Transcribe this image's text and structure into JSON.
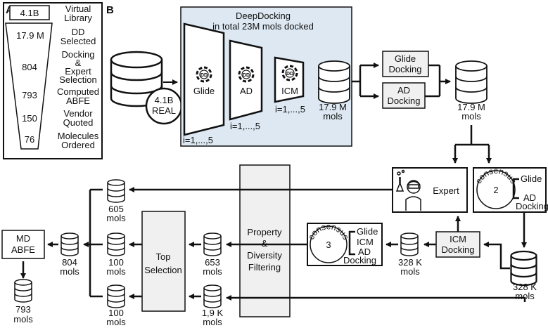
{
  "panelA": {
    "letter": "A",
    "rows": [
      {
        "value": "4.1B",
        "label": [
          "Virtual",
          "Library"
        ]
      },
      {
        "value": "17.9 M",
        "label": [
          "DD",
          "Selected"
        ]
      },
      {
        "value": "804",
        "label": [
          "Docking",
          "&",
          "Expert",
          "Selection"
        ]
      },
      {
        "value": "793",
        "label": [
          "Computed",
          "ABFE"
        ]
      },
      {
        "value": "150",
        "label": [
          "Vendor",
          "Quoted"
        ]
      },
      {
        "value": "76",
        "label": [
          "Molecules",
          "Ordered"
        ]
      }
    ]
  },
  "panelB": {
    "letter": "B",
    "db_real": {
      "line1": "4.1B",
      "line2": "REAL"
    },
    "deepdocking": {
      "title": "DeepDocking",
      "subtitle": "in total 23M mols docked",
      "dd_badge": "DD",
      "stages": [
        {
          "label": "Glide",
          "iter": "i=1,...,5"
        },
        {
          "label": "AD",
          "iter": "i=1,...,5"
        },
        {
          "label": "ICM",
          "iter": "i=1,...,5"
        }
      ],
      "output": {
        "line1": "17.9 M",
        "line2": "mols"
      }
    },
    "glide_docking": {
      "line1": "Glide",
      "line2": "Docking"
    },
    "ad_docking": {
      "line1": "AD",
      "line2": "Docking"
    },
    "merged": {
      "line1": "17.9 M",
      "line2": "mols"
    },
    "expert": {
      "label": "Expert"
    },
    "consensus2": {
      "word": "consensus",
      "number": "2",
      "items": [
        "Glide",
        "AD",
        "Docking"
      ]
    },
    "db328_right": {
      "line1": "328 K",
      "line2": "mols"
    },
    "icm_docking": {
      "line1": "ICM",
      "line2": "Docking"
    },
    "db328_mid": {
      "line1": "328 K",
      "line2": "mols"
    },
    "consensus3": {
      "word": "consensus",
      "number": "3",
      "items": [
        "Glide",
        "ICM",
        "AD",
        "Docking"
      ]
    },
    "filtering": {
      "lines": [
        "Property",
        "&",
        "Diversity",
        "Filtering"
      ]
    },
    "db605": {
      "line1": "605",
      "line2": "mols"
    },
    "db653": {
      "line1": "653",
      "line2": "mols"
    },
    "db19k": {
      "line1": "1,9 K",
      "line2": "mols"
    },
    "top_selection": {
      "lines": [
        "Top",
        "Selection"
      ]
    },
    "db100_mid": {
      "line1": "100",
      "line2": "mols"
    },
    "db100_bot": {
      "line1": "100",
      "line2": "mols"
    },
    "db804": {
      "line1": "804",
      "line2": "mols"
    },
    "md_abfe": {
      "line1": "MD",
      "line2": "ABFE"
    },
    "db793": {
      "line1": "793",
      "line2": "mols"
    }
  }
}
